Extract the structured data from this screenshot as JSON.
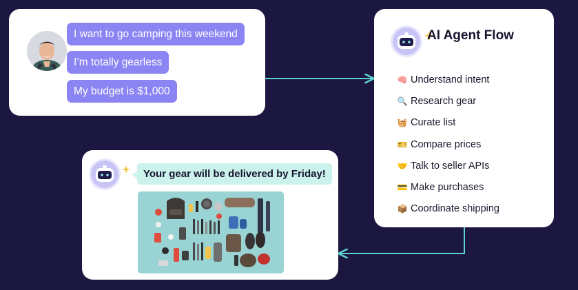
{
  "user_messages": [
    "I want to go camping this weekend",
    "I’m totally gearless",
    "My budget is $1,000"
  ],
  "flow": {
    "title": "AI Agent Flow",
    "steps": [
      {
        "icon": "brain-icon",
        "label": "Understand intent"
      },
      {
        "icon": "magnifier-icon",
        "label": "Research gear"
      },
      {
        "icon": "basket-icon",
        "label": "Curate list"
      },
      {
        "icon": "ticket-icon",
        "label": "Compare prices"
      },
      {
        "icon": "handshake-icon",
        "label": "Talk to seller APIs"
      },
      {
        "icon": "credit-card-icon",
        "label": "Make purchases"
      },
      {
        "icon": "package-icon",
        "label": "Coordinate shipping"
      }
    ]
  },
  "delivery": {
    "message": "Your gear will be delivered by Friday!"
  },
  "colors": {
    "background": "#1b1740",
    "user_bubble": "#8b84f3",
    "agent_bubble": "#cbf3ec",
    "arrow": "#5fd3d0"
  }
}
